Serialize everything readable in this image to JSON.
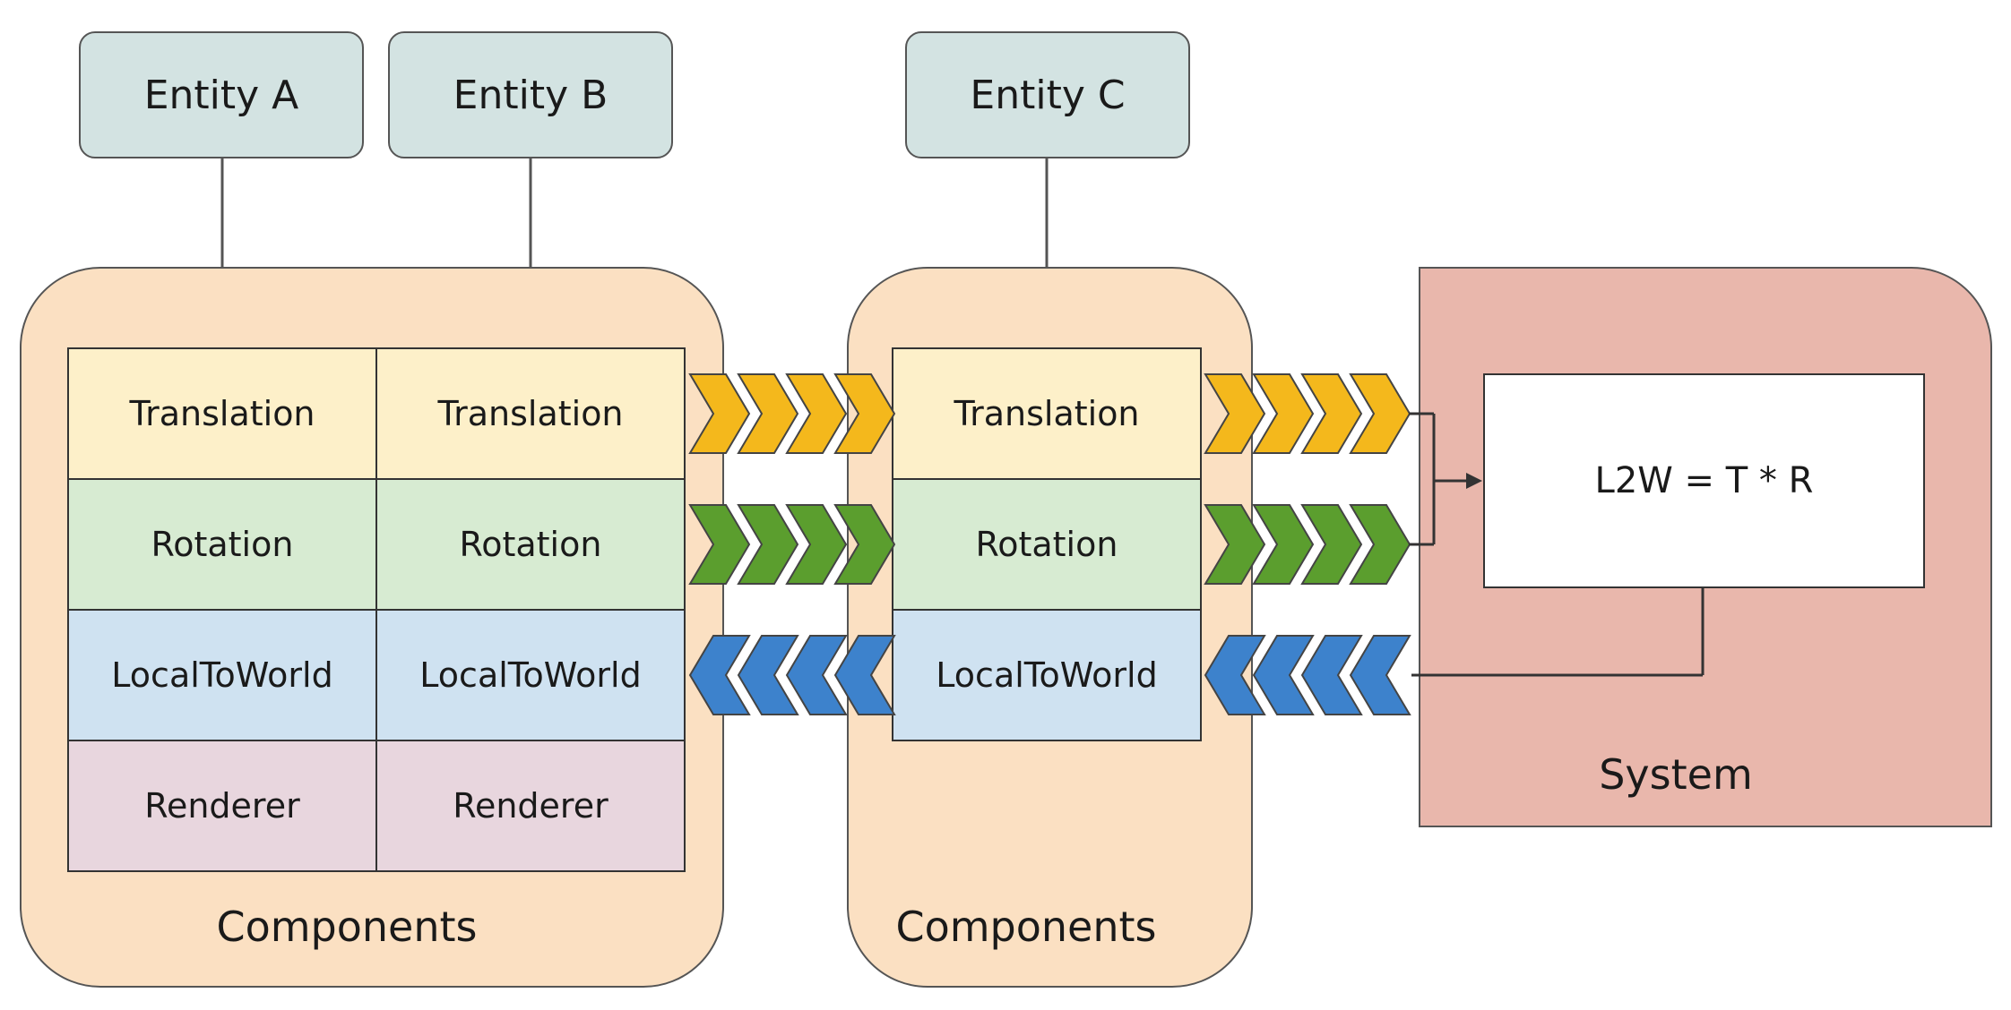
{
  "entities": {
    "a": "Entity A",
    "b": "Entity B",
    "c": "Entity C"
  },
  "components": {
    "translation": "Translation",
    "rotation": "Rotation",
    "local_to_world": "LocalToWorld",
    "renderer": "Renderer"
  },
  "groups": {
    "left_label": "Components",
    "middle_label": "Components"
  },
  "system": {
    "label": "System",
    "formula": "L2W = T * R"
  },
  "colors": {
    "translation_arrow": "#f4b81c",
    "rotation_arrow": "#5b9e2e",
    "l2w_arrow": "#3d82cc"
  }
}
